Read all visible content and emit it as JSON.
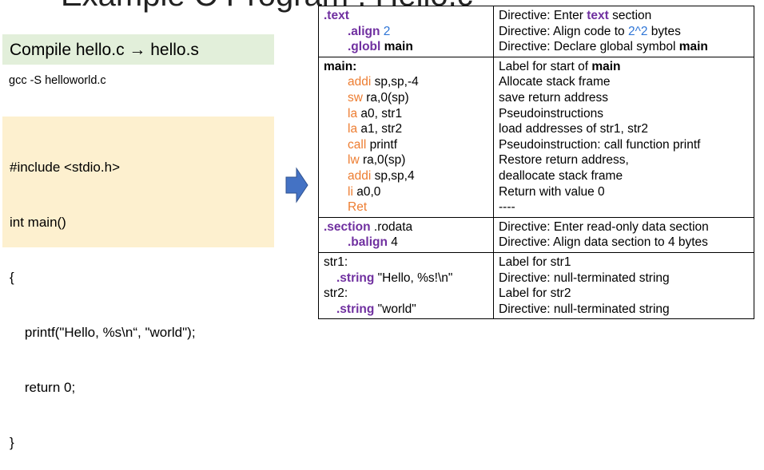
{
  "title": "Example C Program : Hello.c",
  "compile_label": "Compile hello.c → hello.s",
  "gcc_command": "gcc -S helloworld.c",
  "source_code": [
    "#include <stdio.h>",
    "int main()",
    "{",
    "    printf(\"Hello, %s\\n“, \"world\");",
    "    return 0;",
    "}"
  ],
  "colors": {
    "compile_bg": "#e2efda",
    "source_bg": "#fdf0cf",
    "arrow": "#4472c4",
    "directive": "#7030a0",
    "instruction": "#ed7d31",
    "number": "#2e75d6"
  },
  "table": {
    "text_section": {
      "code": {
        "text": ".text",
        "align": ".align",
        "align_arg": "2",
        "globl": ".globl",
        "globl_arg": "main"
      },
      "desc": {
        "l1_pre": "Directive: Enter ",
        "l1_bold": "text",
        "l1_post": " section",
        "l2_pre": "Directive: Align code to ",
        "l2_num": "2^2",
        "l2_post": " bytes",
        "l3_pre": "Directive: Declare global symbol ",
        "l3_bold": "main"
      }
    },
    "main_section": {
      "label": "main:",
      "desc_l1_pre": "Label for start of ",
      "desc_l1_bold": "main",
      "rows": [
        {
          "op": "addi",
          "args": " sp,sp,-4",
          "desc": "Allocate stack frame"
        },
        {
          "op": "sw",
          "args": " ra,0(sp)",
          "desc": "save return address"
        },
        {
          "op": "la",
          "args": " a0, str1",
          "desc": "Pseudoinstructions"
        },
        {
          "op": "la",
          "args": " a1, str2",
          "desc": "load addresses of str1, str2"
        },
        {
          "op": "call",
          "args": " printf",
          "desc": "Pseudoinstruction: call function printf"
        },
        {
          "op": "lw",
          "args": " ra,0(sp)",
          "desc": "Restore return address,"
        },
        {
          "op": "addi",
          "args": " sp,sp,4",
          "desc": "deallocate stack frame"
        },
        {
          "op": "li",
          "args": " a0,0",
          "desc": "Return with value 0"
        },
        {
          "op": "Ret",
          "args": "",
          "desc": "----"
        }
      ]
    },
    "rodata_section": {
      "section": ".section",
      "section_arg": " .rodata",
      "balign": ".balign",
      "balign_arg": " 4",
      "desc1": "Directive: Enter read-only data section",
      "desc2": "Directive: Align data section to 4 bytes"
    },
    "strings_section": {
      "str1_label": "str1:",
      "str1_directive": ".string",
      "str1_value": " \"Hello, %s!\\n\"",
      "str2_label": "str2:",
      "str2_directive": ".string",
      "str2_value": " \"world\"",
      "desc1": "Label for str1",
      "desc2": "Directive: null-terminated string",
      "desc3": "Label for str2",
      "desc4": "Directive: null-terminated string"
    }
  }
}
